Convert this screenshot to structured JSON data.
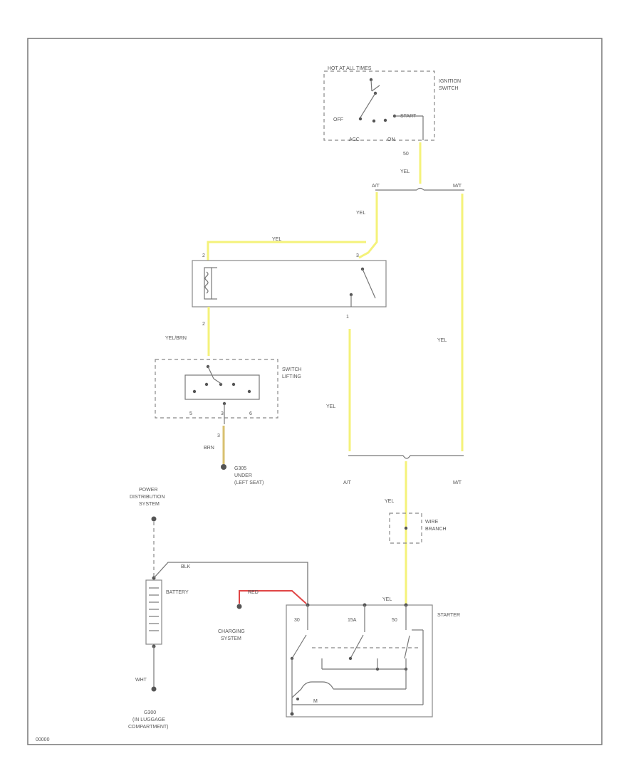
{
  "diagram": {
    "corner_code": "00000",
    "ignition": {
      "header": "HOT AT ALL TIMES",
      "name_line1": "IGNITION",
      "name_line2": "SWITCH",
      "pos_off": "OFF",
      "pos_start": "START",
      "pos_acc": "ACC",
      "pos_on": "ON",
      "terminal": "50"
    },
    "wires": {
      "yel": "YEL",
      "yel_brn": "YEL/BRN",
      "brn": "BRN",
      "blk": "BLK",
      "red": "RED",
      "wht": "WHT"
    },
    "branches": {
      "at": "A/T",
      "mt": "M/T"
    },
    "relay": {
      "pin2": "2",
      "pin3": "3",
      "pin1": "1"
    },
    "switch_lifting": {
      "line1": "SWITCH",
      "line2": "LIFTING",
      "pin_s": "5",
      "pin_t": "6",
      "pin_b": "3",
      "pin_h": "3"
    },
    "ground_under": {
      "line1": "G305",
      "line2": "UNDER",
      "line3": "(LEFT SEAT)"
    },
    "power_dist": {
      "line1": "POWER",
      "line2": "DISTRIBUTION",
      "line3": "SYSTEM"
    },
    "wire_branch": {
      "line1": "WIRE",
      "line2": "BRANCH"
    },
    "battery": {
      "label": "BATTERY"
    },
    "charging": {
      "line1": "CHARGING",
      "line2": "SYSTEM"
    },
    "starter": {
      "label": "STARTER",
      "t30": "30",
      "t15a": "15A",
      "t50": "50",
      "tm": "M"
    },
    "ground_luggage": {
      "line1": "G300",
      "line2": "(IN LUGGAGE",
      "line3": "COMPARTMENT)"
    },
    "colors": {
      "yellow_wire": "#f4f27a",
      "red_wire": "#e04545",
      "brown_wire": "#d8c070",
      "line": "#777777"
    }
  }
}
